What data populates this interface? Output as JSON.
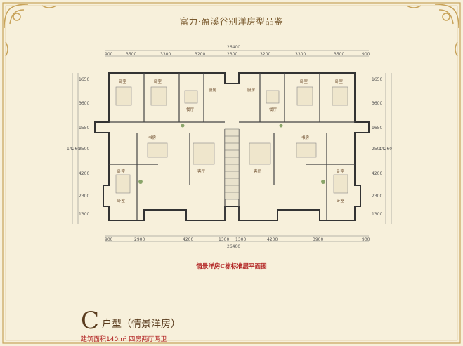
{
  "page": {
    "title": "富力·盈溪谷别洋房型品鉴"
  },
  "plan": {
    "top_dims": [
      "900",
      "3500",
      "3300",
      "3200",
      "2300",
      "3200",
      "3300",
      "3500",
      "900"
    ],
    "top_total": "26400",
    "bottom_dims": [
      "900",
      "2900",
      "4200",
      "1300",
      "1300",
      "4200",
      "3900",
      "900"
    ],
    "bottom_total": "26400",
    "left_dims": [
      "1650",
      "3600",
      "1550",
      "2500",
      "4200",
      "2300",
      "1300"
    ],
    "left_total": "14260",
    "right_dims": [
      "1650",
      "3600",
      "1650",
      "2500",
      "4200",
      "2300",
      "1300"
    ],
    "right_total": "14260",
    "room_labels": [
      "卧室",
      "卧室",
      "餐厅",
      "厨房",
      "卧室",
      "书房",
      "客厅",
      "厨房",
      "餐厅",
      "卧室",
      "卧室",
      "客厅",
      "书房",
      "卧室",
      "卧室",
      "卧室"
    ]
  },
  "caption": "情景洋房C栋标准层平面图",
  "unit_type": {
    "letter": "C",
    "name": "户型（情景洋房）",
    "summary": "建筑面积140m²  四房两厅两卫"
  },
  "colors": {
    "accent_red": "#b01e1e",
    "ornament_gold": "#c8a35a",
    "background": "#f7f0db"
  }
}
